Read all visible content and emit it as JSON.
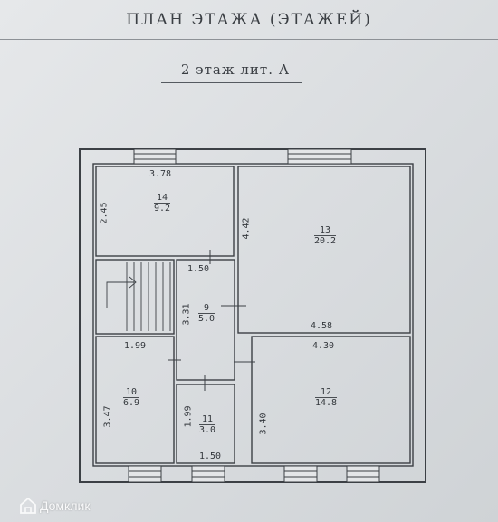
{
  "header": {
    "title": "ПЛАН ЭТАЖА (ЭТАЖЕЙ)",
    "subtitle": "2 этаж лит. А"
  },
  "rooms": [
    {
      "number": "14",
      "area": "9.2"
    },
    {
      "number": "13",
      "area": "20.2"
    },
    {
      "number": "9",
      "area": "5.0"
    },
    {
      "number": "10",
      "area": "6.9"
    },
    {
      "number": "11",
      "area": "3.0"
    },
    {
      "number": "12",
      "area": "14.8"
    }
  ],
  "dimensions": {
    "d_378": "3.78",
    "d_245": "2.45",
    "d_442": "4.42",
    "d_150_top": "1.50",
    "d_331": "3.31",
    "d_458": "4.58",
    "d_199_top": "1.99",
    "d_430": "4.30",
    "d_347": "3.47",
    "d_199_side": "1.99",
    "d_340": "3.40",
    "d_150_bottom": "1.50"
  },
  "watermark": {
    "brand": "Домклик",
    "icon": "house-logo-icon"
  }
}
